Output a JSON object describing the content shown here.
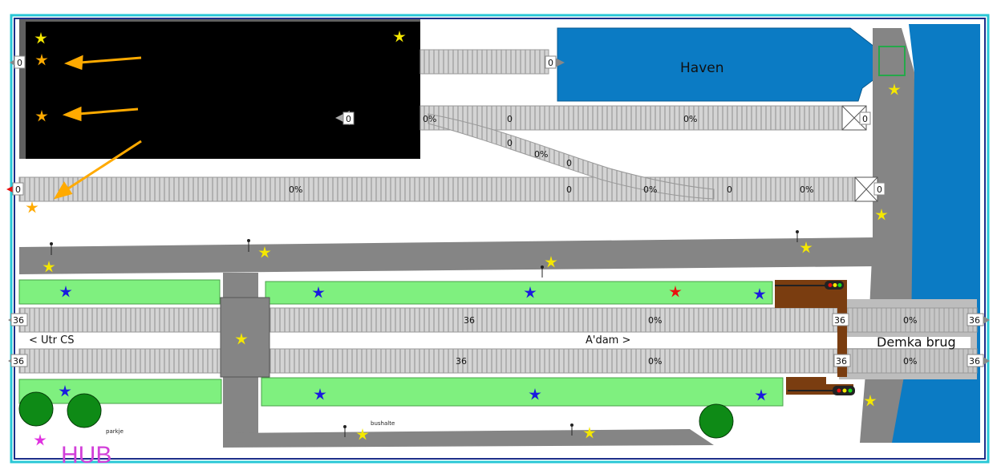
{
  "layout_labels": {
    "haven": "Haven",
    "demka_brug": "Demka brug",
    "utr_cs": "<  Utr CS",
    "adam": "A'dam  >",
    "bushalte": "bushalte",
    "parkje": "parkje",
    "hub": "HUB"
  },
  "track_markers": {
    "zero": "0",
    "percent": "0%",
    "speed": "36"
  },
  "colors": {
    "background": "#ffffff",
    "frame": "#1c2f8a",
    "frame_outer": "#28c7d6",
    "water": "#0b7bc4",
    "road": "#888888",
    "grass": "#7ff07f",
    "track_bed": "#d2d2d2",
    "yard": "#000000",
    "platform_wood": "#7a3d10",
    "star_yellow": "#f5e800",
    "star_orange": "#ffaa00",
    "star_blue": "#1a1adf",
    "star_red": "#e81010",
    "star_magenta": "#e030e0",
    "arrow": "#ffaa00"
  },
  "icons": {
    "yellow_star": "yellow-star-icon",
    "orange_star": "orange-star-icon",
    "blue_star": "blue-star-icon",
    "red_star": "red-star-icon",
    "magenta_star": "magenta-star-icon",
    "signal": "signal-icon",
    "lamp": "lamp-post-icon",
    "tree": "tree-icon",
    "arrow": "arrow-icon"
  }
}
